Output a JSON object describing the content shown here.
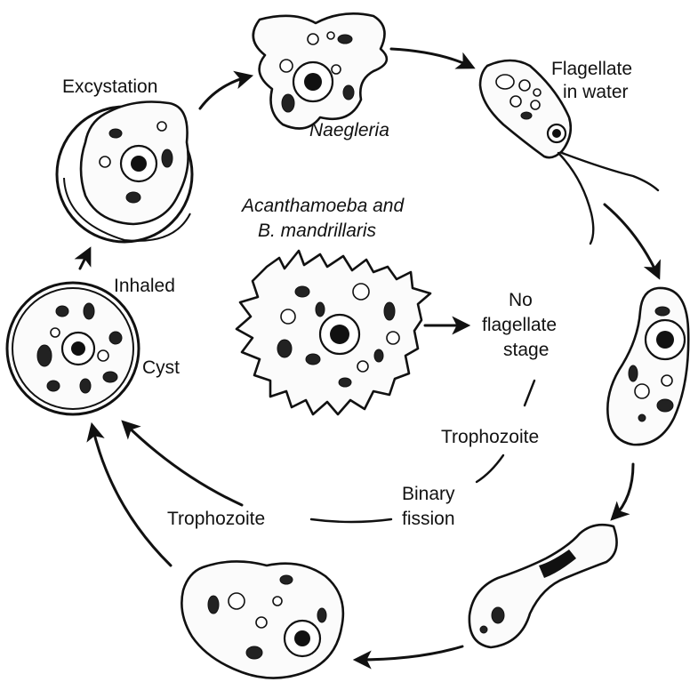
{
  "labels": {
    "naegleria": "Naegleria",
    "flagellate_line1": "Flagellate",
    "flagellate_line2": "in water",
    "excystation": "Excystation",
    "center_line1": "Acanthamoeba and",
    "center_line2": "B. mandrillaris",
    "inhaled": "Inhaled",
    "cyst": "Cyst",
    "no_flag_line1": "No",
    "no_flag_line2": "flagellate",
    "no_flag_line3": "stage",
    "trophozoite_right": "Trophozoite",
    "binary_line1": "Binary",
    "binary_line2": "fission",
    "trophozoite_left": "Trophozoite"
  },
  "colors": {
    "ink": "#111111",
    "background": "#ffffff"
  }
}
